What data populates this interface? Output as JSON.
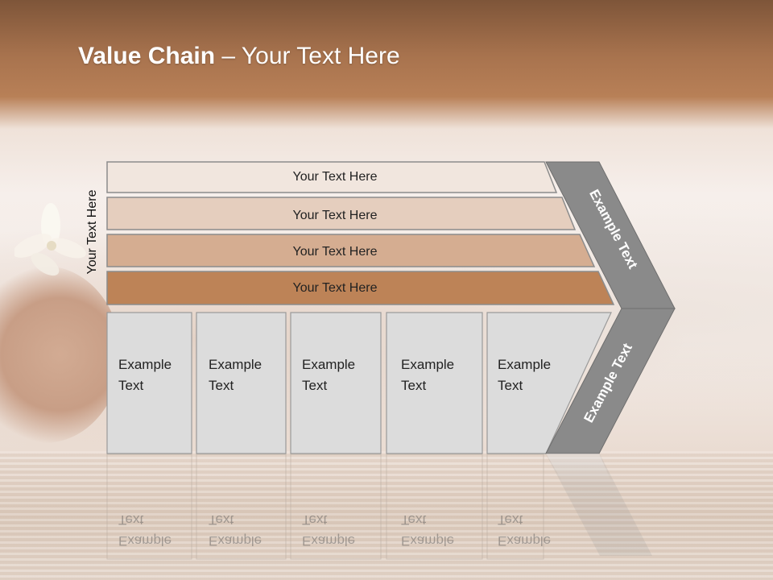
{
  "slide": {
    "title_bold": "Value Chain",
    "title_rest": " – Your Text Here",
    "vertical_label": "Your Text Here"
  },
  "bars": [
    {
      "label": "Your Text Here",
      "color": "#f1e6de"
    },
    {
      "label": "Your Text Here",
      "color": "#e5cebe"
    },
    {
      "label": "Your Text Here",
      "color": "#d5ad91"
    },
    {
      "label": "Your Text Here",
      "color": "#bd8357"
    }
  ],
  "boxes": [
    {
      "line1": "Example",
      "line2": "Text"
    },
    {
      "line1": "Example",
      "line2": "Text"
    },
    {
      "line1": "Example",
      "line2": "Text"
    },
    {
      "line1": "Example",
      "line2": "Text"
    },
    {
      "line1": "Example",
      "line2": "Text"
    }
  ],
  "chevron": {
    "upper_text": "Example Text",
    "lower_text": "Example Text",
    "color": "#8a8a8a"
  },
  "colors": {
    "box_fill": "#dcdcdc",
    "box_stroke": "#9a9a9a",
    "bar_stroke": "#8c8c8c"
  }
}
